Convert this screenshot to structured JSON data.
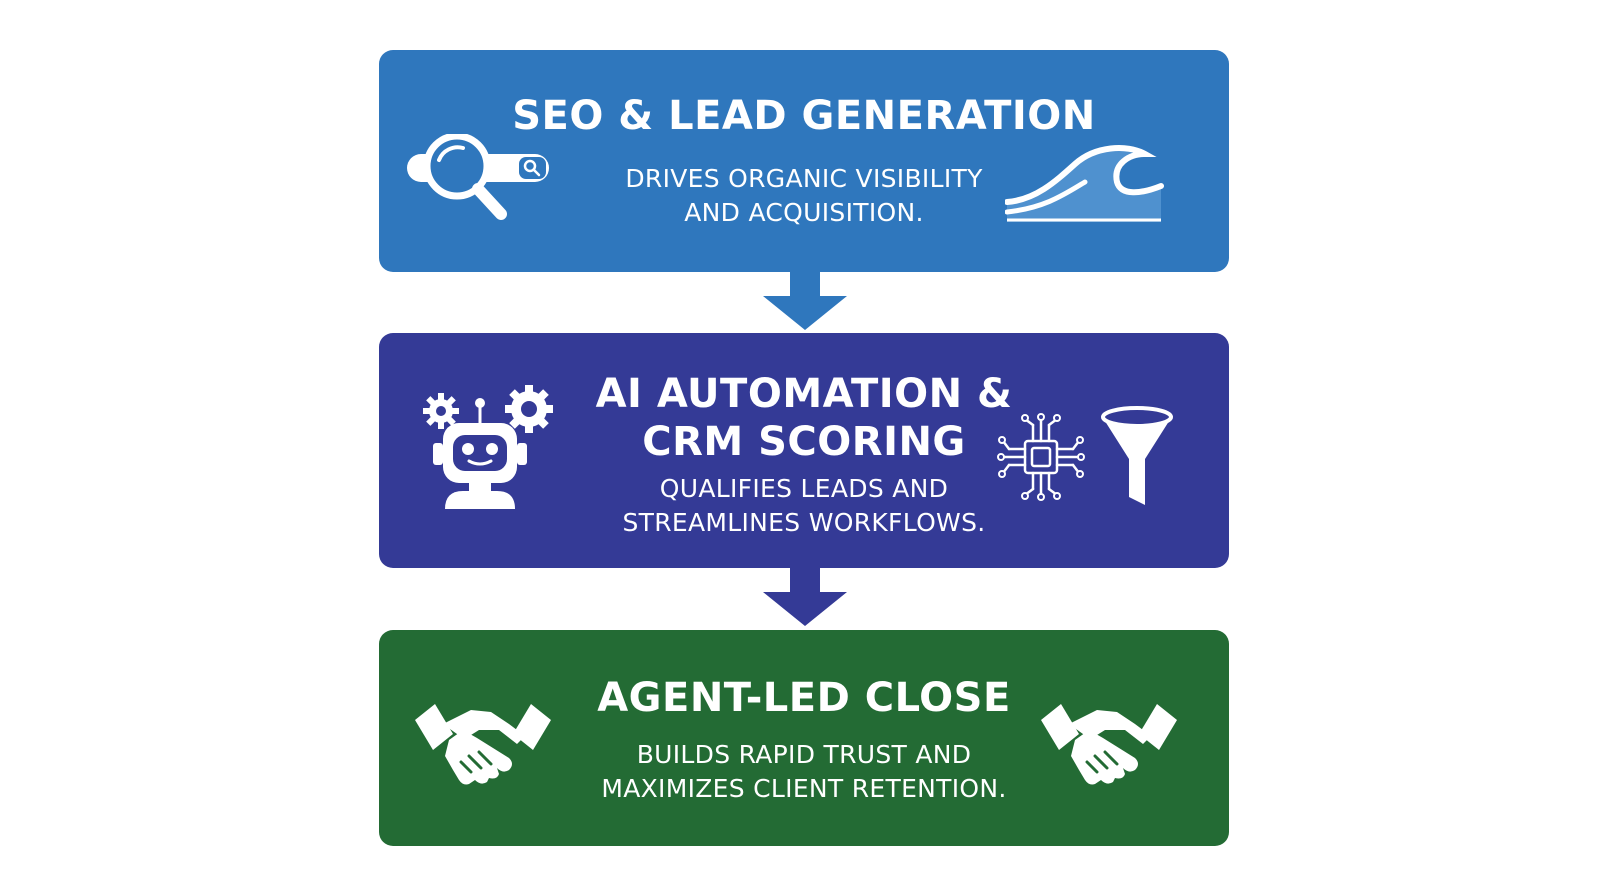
{
  "steps": [
    {
      "title": "SEO & LEAD GENERATION",
      "desc_lines": [
        "DRIVES ORGANIC VISIBILITY",
        "AND ACQUISITION."
      ],
      "color": "#2f77bd",
      "left_icon": "magnifier-search-bar-icon",
      "right_icon": "wave-icon"
    },
    {
      "title_lines": [
        "AI AUTOMATION &",
        "CRM SCORING"
      ],
      "desc_lines": [
        "QUALIFIES LEADS AND",
        "STREAMLINES WORKFLOWS."
      ],
      "color": "#343a96",
      "left_icon": "robot-gears-icon",
      "right_icon": "circuit-chip-funnel-icon"
    },
    {
      "title": "AGENT-LED CLOSE",
      "desc_lines": [
        "BUILDS RAPID TRUST AND",
        "MAXIMIZES CLIENT RETENTION."
      ],
      "color": "#236b34",
      "left_icon": "handshake-icon",
      "right_icon": "handshake-icon"
    }
  ],
  "arrows": [
    {
      "color": "#2f77bd"
    },
    {
      "color": "#343a96"
    }
  ]
}
